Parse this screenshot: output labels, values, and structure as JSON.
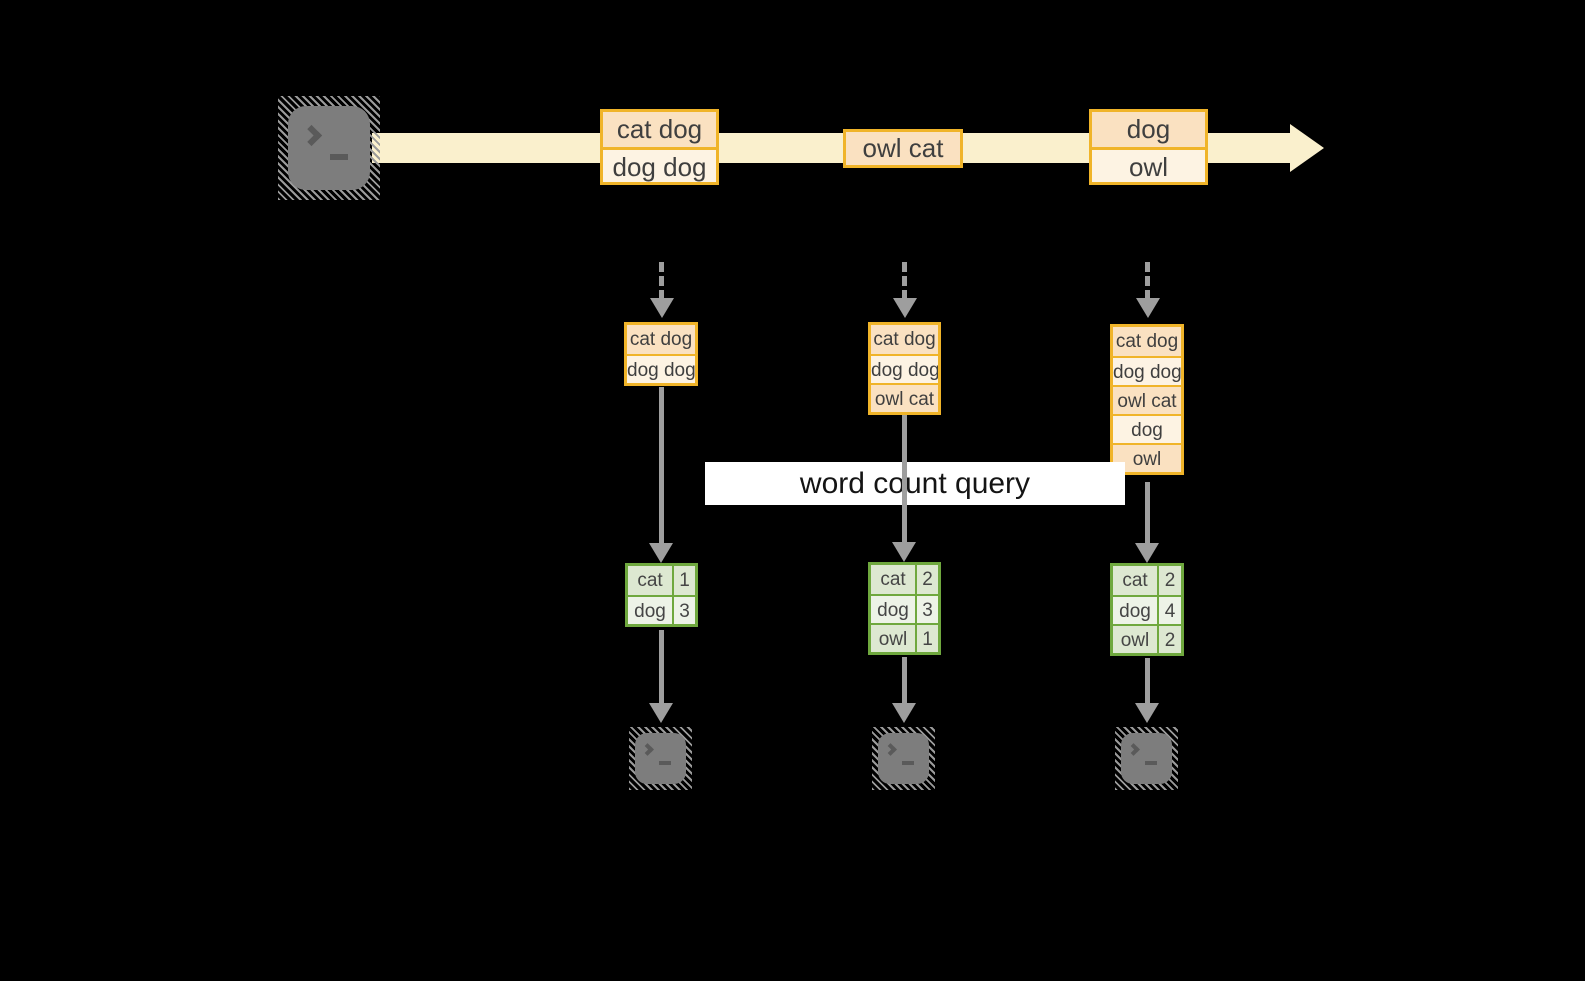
{
  "query": {
    "label": "word count query"
  },
  "stream": {
    "events": [
      {
        "lines": [
          "cat dog",
          "dog dog"
        ]
      },
      {
        "lines": [
          "owl cat"
        ]
      },
      {
        "lines": [
          "dog",
          "owl"
        ]
      }
    ]
  },
  "batches": [
    {
      "lines": [
        "cat dog",
        "dog dog"
      ]
    },
    {
      "lines": [
        "cat dog",
        "dog dog",
        "owl cat"
      ]
    },
    {
      "lines": [
        "cat dog",
        "dog dog",
        "owl cat",
        "dog",
        "owl"
      ]
    }
  ],
  "results": [
    {
      "rows": [
        {
          "word": "cat",
          "count": "1"
        },
        {
          "word": "dog",
          "count": "3"
        }
      ]
    },
    {
      "rows": [
        {
          "word": "cat",
          "count": "2"
        },
        {
          "word": "dog",
          "count": "3"
        },
        {
          "word": "owl",
          "count": "1"
        }
      ]
    },
    {
      "rows": [
        {
          "word": "cat",
          "count": "2"
        },
        {
          "word": "dog",
          "count": "4"
        },
        {
          "word": "owl",
          "count": "2"
        }
      ]
    }
  ],
  "icons": {
    "source": "terminal-icon",
    "sink": "terminal-icon"
  },
  "colors": {
    "background": "#000000",
    "stream_band": "#FAF0CD",
    "gold": "#F0B429",
    "event_fill_dark": "#FAE1C1",
    "event_fill_light": "#FDF3E3",
    "green": "#6FA83E",
    "result_fill_dark": "#DDE8D1",
    "result_fill_light": "#EDF3E7",
    "gray": "#9E9E9E",
    "terminal_gray": "#7D7D7D",
    "query_bg": "#FFFFFF",
    "text_dark": "#3F3F3F"
  }
}
